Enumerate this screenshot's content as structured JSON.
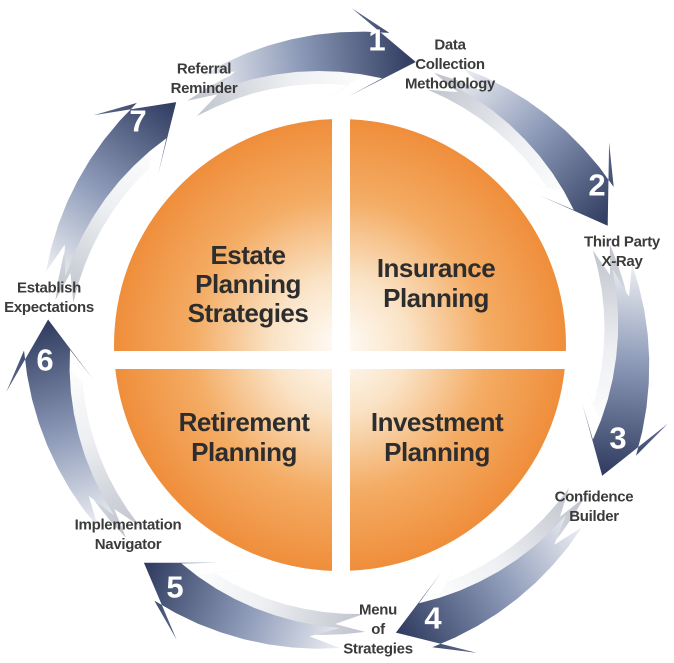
{
  "diagram": {
    "type": "cycle-diagram",
    "background": "#ffffff",
    "quadrants": [
      {
        "name": "estate-planning",
        "lines": [
          "Estate",
          "Planning",
          "Strategies"
        ]
      },
      {
        "name": "insurance-planning",
        "lines": [
          "Insurance",
          "Planning"
        ]
      },
      {
        "name": "retirement-planning",
        "lines": [
          "Retirement",
          "Planning"
        ]
      },
      {
        "name": "investment-planning",
        "lines": [
          "Investment",
          "Planning"
        ]
      }
    ],
    "steps": [
      {
        "number": "1",
        "label_lines": [
          "Data",
          "Collection",
          "Methodology"
        ]
      },
      {
        "number": "2",
        "label_lines": [
          "Third Party",
          "X-Ray"
        ]
      },
      {
        "number": "3",
        "label_lines": [
          "Confidence",
          "Builder"
        ]
      },
      {
        "number": "4",
        "label_lines": [
          "Menu",
          "of",
          "Strategies"
        ]
      },
      {
        "number": "5",
        "label_lines": [
          "Implementation",
          "Navigator"
        ]
      },
      {
        "number": "6",
        "label_lines": [
          "Establish",
          "Expectations"
        ]
      },
      {
        "number": "7",
        "label_lines": [
          "Referral",
          "Reminder"
        ]
      }
    ],
    "colors": {
      "orange_edge": "#EF8E3B",
      "orange_mid": "#F4AC64",
      "orange_pale": "#FAE3C6",
      "orange_center": "#FFFCF8",
      "navy_dark": "#2E3A5E",
      "navy_mid": "#8D9AB8",
      "navy_light": "#EAECF1",
      "silver_light": "#FFFFFF",
      "silver_mid": "#EDEFF2",
      "silver_dark": "#BFC3CC",
      "label_text": "#3B3B3B",
      "quadrant_text": "#2D2D2D",
      "number_text": "#FFFFFF"
    }
  }
}
